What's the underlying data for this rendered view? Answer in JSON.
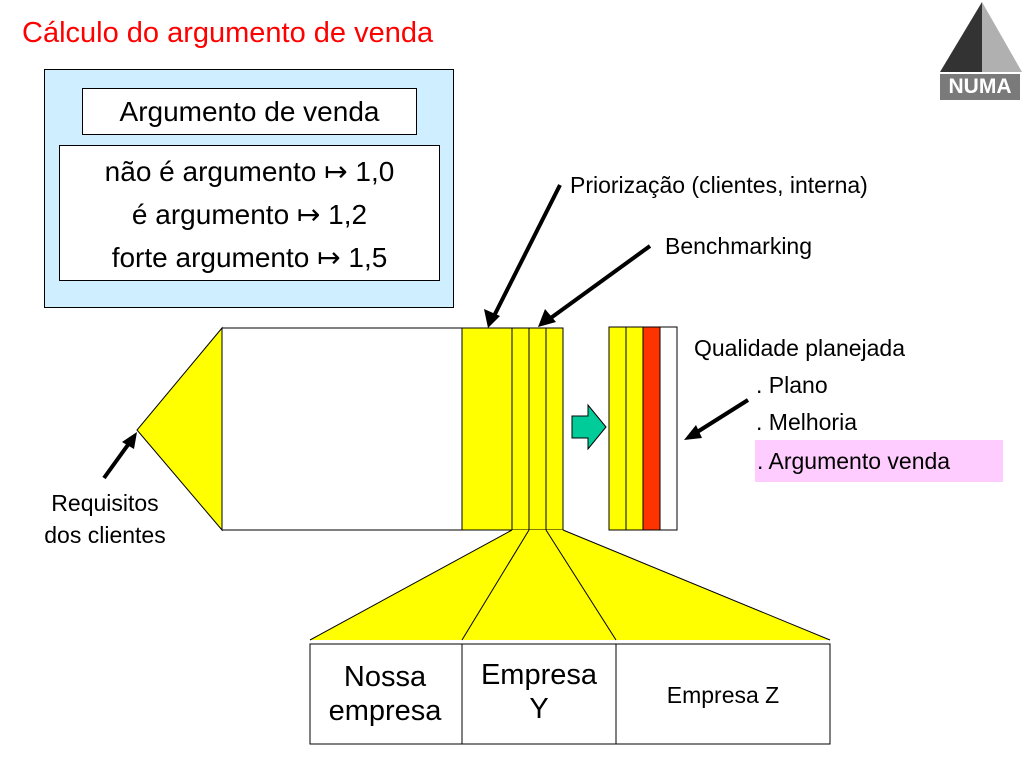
{
  "title": "Cálculo do argumento de venda",
  "logo": {
    "text": "NUMA",
    "icon": "numa-logo-triangle"
  },
  "box": {
    "heading": "Argumento de venda",
    "lines": [
      "não é argumento ↦ 1,0",
      "é argumento ↦ 1,2",
      "forte argumento ↦ 1,5"
    ]
  },
  "labels": {
    "priorizacao": "Priorização (clientes, interna)",
    "benchmarking": "Benchmarking",
    "qualidade": "Qualidade planejada",
    "plano": ". Plano",
    "melhoria": ". Melhoria",
    "argumento": ". Argumento venda",
    "requisitos_1": "Requisitos",
    "requisitos_2": "dos clientes"
  },
  "table": {
    "nossa_1": "Nossa",
    "nossa_2": "empresa",
    "y_1": "Empresa",
    "y_2": "Y",
    "z": "Empresa Z"
  },
  "colors": {
    "title": "#ff0000",
    "box_bg": "#cfeeff",
    "yellow": "#ffff00",
    "red_column": "#ff3300",
    "arrow_green": "#00cc99",
    "highlight": "#ffccff"
  }
}
